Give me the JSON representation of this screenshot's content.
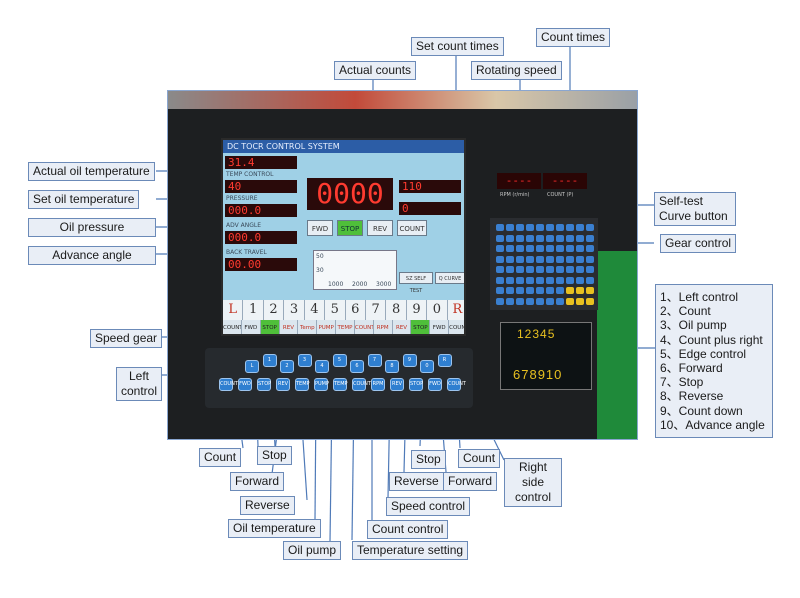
{
  "callouts": {
    "set_count_times": "Set count times",
    "count_times": "Count times",
    "actual_counts": "Actual counts",
    "rotating_speed": "Rotating speed",
    "actual_oil_temperature": "Actual oil temperature",
    "set_oil_temperature": "Set oil temperature",
    "oil_pressure": "Oil pressure",
    "advance_angle": "Advance angle",
    "self_test_curve_button": "Self-test Curve button",
    "gear_control": "Gear control",
    "speed_gear": "Speed gear",
    "left_control": "Left control",
    "count_left": "Count",
    "stop_left": "Stop",
    "forward_left": "Forward",
    "reverse_left": "Reverse",
    "oil_temperature": "Oil temperature",
    "oil_pump": "Oil pump",
    "stop_right": "Stop",
    "count_right": "Count",
    "reverse_right": "Reverse",
    "forward_right": "Forward",
    "right_side_control": "Right side control",
    "speed_control": "Speed control",
    "count_control": "Count control",
    "temperature_setting": "Temperature setting"
  },
  "legend": [
    "1、Left control",
    "2、Count",
    "3、Oil pump",
    "4、Count plus right",
    "5、Edge control",
    "6、Forward",
    "7、Stop",
    "8、Reverse",
    "9、Count down",
    "10、Advance angle"
  ],
  "screen": {
    "title": "DC TOCR CONTROL SYSTEM",
    "actual_temp": "31.4",
    "temp_control_caption": "TEMP CONTROL",
    "set_temp": "40",
    "pressure_caption": "PRESSURE",
    "pressure": "000.0",
    "adv_angle_caption": "ADV ANGLE",
    "adv_angle": "000.0",
    "back_travel_caption": "BACK TRAVEL",
    "back_travel": "00.00",
    "big_count": "0000",
    "set_count": "110",
    "actual_count": "0",
    "fwd": "FWD",
    "stop": "STOP",
    "rev": "REV",
    "count": "COUNT",
    "self_test": "SZ SELF TEST",
    "curve": "Q CURVE",
    "chart_y_top": "50",
    "chart_y_mid": "30",
    "chart_x_labels": [
      "1000",
      "2000",
      "3000"
    ],
    "digits": [
      "L",
      "1",
      "2",
      "3",
      "4",
      "5",
      "6",
      "7",
      "8",
      "9",
      "0",
      "R"
    ],
    "func": [
      "COUNT",
      "FWD",
      "STOP",
      "REV",
      "Temp",
      "PUMP",
      "TEMP CONTROL",
      "COUNT CONTROL",
      "RPM CONTROL",
      "REV",
      "STOP",
      "FWD",
      "COUNT"
    ]
  },
  "displays": {
    "rpm_value": "----",
    "rpm_caption": "RPM (r/min)",
    "count_value": "----",
    "count_caption": "COUNT (P)"
  },
  "panel2": {
    "top": "12345",
    "bottom": "678910"
  },
  "button_row": {
    "top": [
      "L",
      "1",
      "2",
      "3",
      "4",
      "5",
      "6",
      "7",
      "8",
      "9",
      "0",
      "R"
    ],
    "bottom": [
      "COUNT",
      "FWD",
      "STOP",
      "REV",
      "TEMP",
      "PUMP",
      "TEMP",
      "COUNT",
      "RPM",
      "REV",
      "STOP",
      "FWD",
      "COUNT"
    ]
  },
  "colors": {
    "label_bg": "#e9eef6",
    "label_border": "#6b8ab8",
    "line": "#4f7ab8",
    "lcd_red": "#ff3b30",
    "button_blue": "#2f7fd0"
  }
}
